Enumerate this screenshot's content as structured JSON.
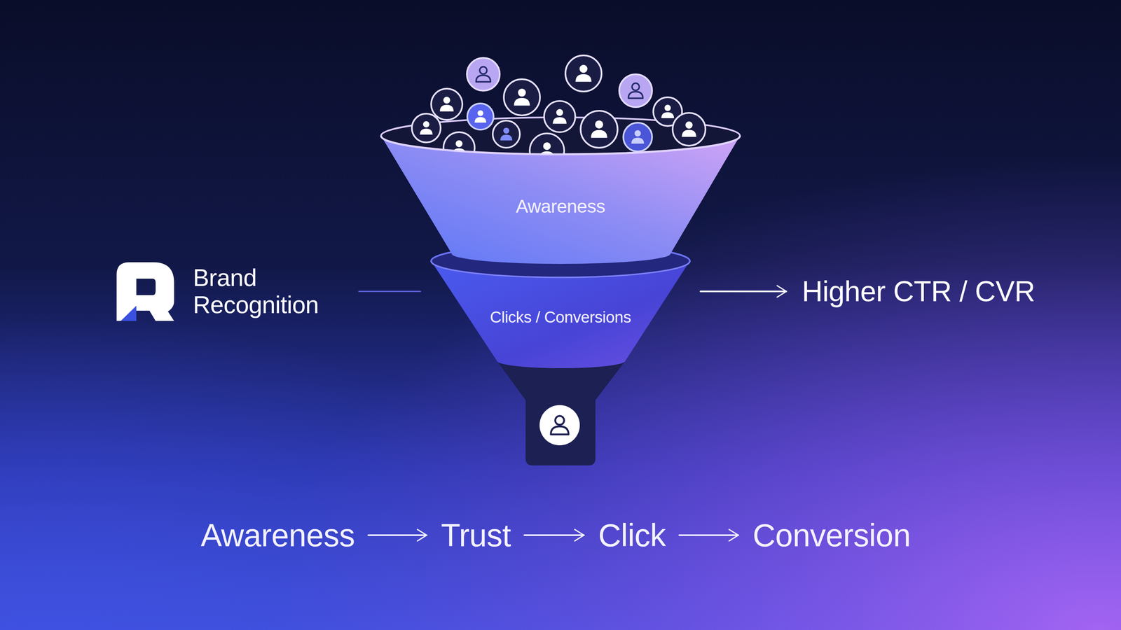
{
  "diagram": {
    "nodes": [
      {
        "text": [
          "Awareness"
        ]
      },
      {
        "text": [
          "Brand Recognition"
        ]
      },
      {
        "text": [
          "Clicks / Conversions"
        ]
      },
      {
        "text": [
          "Higher CTR / CVR"
        ]
      },
      {
        "text": [
          "Awareness"
        ]
      },
      {
        "text": [
          "Trust"
        ]
      },
      {
        "text": [
          "Click"
        ]
      },
      {
        "text": [
          "Conversion"
        ]
      }
    ],
    "edges": [
      {
        "from": 1,
        "to": 2,
        "arrow": "none"
      },
      {
        "from": 2,
        "to": 3,
        "arrow": "to"
      },
      {
        "from": 4,
        "to": 5,
        "arrow": "to"
      },
      {
        "from": 5,
        "to": 6,
        "arrow": "to"
      },
      {
        "from": 6,
        "to": 7,
        "arrow": "to"
      }
    ]
  }
}
